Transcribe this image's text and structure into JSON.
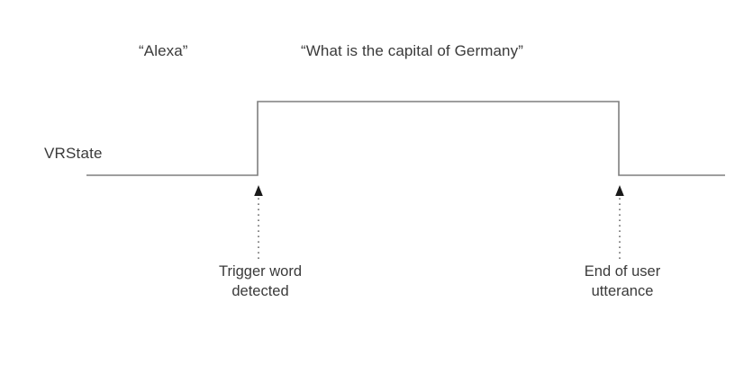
{
  "figure": {
    "background_color": "#ffffff",
    "line_color": "#7f7f7f",
    "text_color": "#3a3a3a",
    "signal_name": "VRState",
    "utterances": [
      {
        "id": "trigger-word",
        "text": "“Alexa”"
      },
      {
        "id": "user-question",
        "text": "“What is the capital of Germany”"
      }
    ],
    "annotations": [
      {
        "id": "trigger-detected",
        "line1": "Trigger word",
        "line2": "detected"
      },
      {
        "id": "end-of-utterance",
        "line1": "End of user",
        "line2": "utterance"
      }
    ]
  },
  "chart_data": {
    "type": "line",
    "title": "",
    "xlabel": "",
    "ylabel": "VRState",
    "series": [
      {
        "name": "VRState",
        "style": "digital-step",
        "points": [
          {
            "x": 96,
            "y": 0
          },
          {
            "x": 286,
            "y": 0
          },
          {
            "x": 286,
            "y": 1
          },
          {
            "x": 687,
            "y": 1
          },
          {
            "x": 687,
            "y": 0
          },
          {
            "x": 805,
            "y": 0
          }
        ]
      }
    ],
    "ylim": [
      0,
      1
    ],
    "xlim": [
      96,
      805
    ],
    "grid": false,
    "legend": "none",
    "annotations": [
      {
        "text": "“Alexa”",
        "x": 195,
        "y": 60,
        "type": "text"
      },
      {
        "text": "“What is the capital of Germany”",
        "x": 505,
        "y": 60,
        "type": "text"
      },
      {
        "text": "Trigger word detected",
        "x": 287,
        "y": 310,
        "type": "callout",
        "arrow_to_x": 287,
        "arrow_to_y": 207
      },
      {
        "text": "End of user utterance",
        "x": 688,
        "y": 310,
        "type": "callout",
        "arrow_to_x": 688,
        "arrow_to_y": 207
      }
    ]
  }
}
